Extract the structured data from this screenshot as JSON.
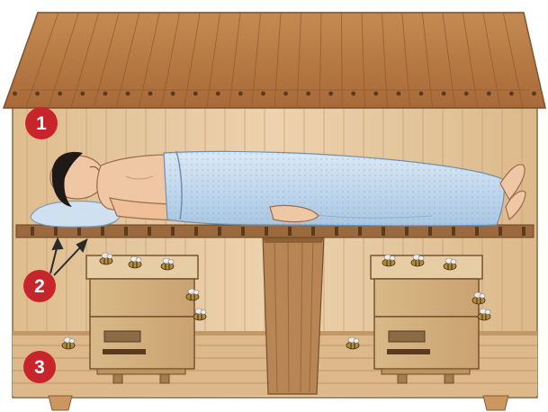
{
  "diagram": {
    "markers": [
      {
        "label": "1",
        "part": "upper-floor"
      },
      {
        "label": "2",
        "part": "floor-slats"
      },
      {
        "label": "3",
        "part": "lower-floor"
      }
    ],
    "colors": {
      "marker": "#c8242b",
      "wood_light": "#e7c9a0",
      "wood_mid": "#d2ab78",
      "wood_dark": "#8a5a32",
      "roof": "#b67a45",
      "sheet": "#c7dcef",
      "skin": "#f0c7a4",
      "bee_body": "#b38b3a"
    },
    "icons": [
      "person-lying",
      "beehive",
      "bee",
      "arrow"
    ]
  }
}
